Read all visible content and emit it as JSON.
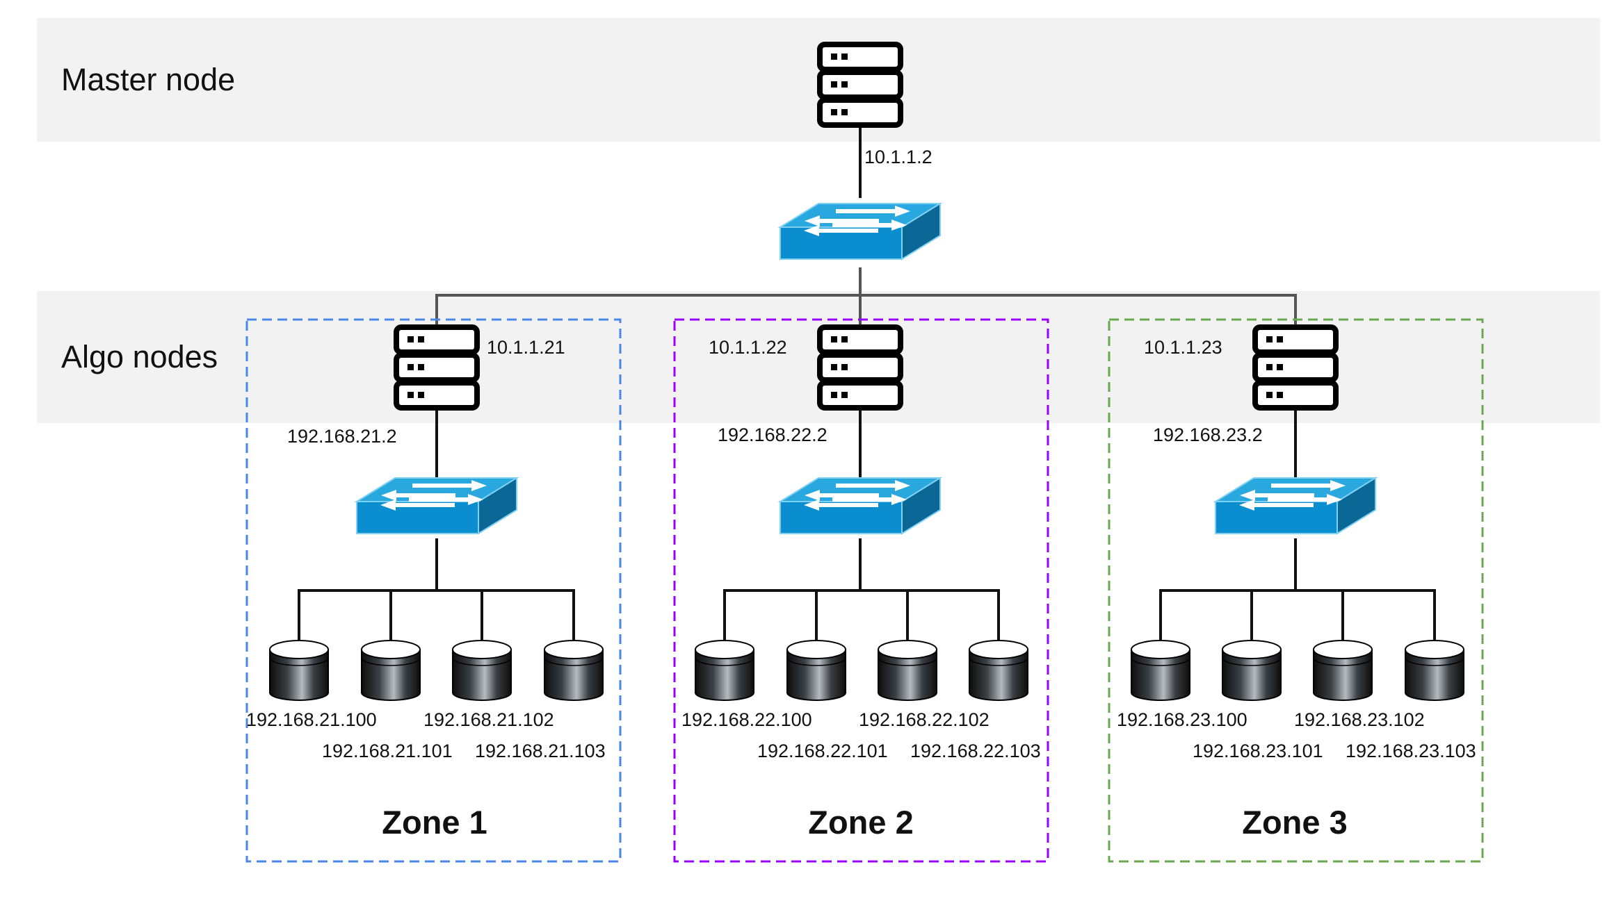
{
  "bands": {
    "master_label": "Master node",
    "algo_label": "Algo nodes",
    "band_fill": "#f2f2f2"
  },
  "master": {
    "ip": "10.1.1.2"
  },
  "zones": [
    {
      "title": "Zone 1",
      "border_color": "#4a86e8",
      "server_ip": "10.1.1.21",
      "switch_ip": "192.168.21.2",
      "disks": [
        "192.168.21.100",
        "192.168.21.101",
        "192.168.21.102",
        "192.168.21.103"
      ]
    },
    {
      "title": "Zone 2",
      "border_color": "#9900ff",
      "server_ip": "10.1.1.22",
      "switch_ip": "192.168.22.2",
      "disks": [
        "192.168.22.100",
        "192.168.22.101",
        "192.168.22.102",
        "192.168.22.103"
      ]
    },
    {
      "title": "Zone 3",
      "border_color": "#6aa84f",
      "server_ip": "10.1.1.23",
      "switch_ip": "192.168.23.2",
      "disks": [
        "192.168.23.100",
        "192.168.23.101",
        "192.168.23.102",
        "192.168.23.103"
      ]
    }
  ],
  "icons": {
    "server": "server-icon",
    "switch": "network-switch-icon",
    "disk": "storage-disk-icon"
  },
  "colors": {
    "switch_top": "#29a8e0",
    "switch_front": "#0b8ed0",
    "switch_side": "#0a6796",
    "line": "#111111",
    "trunk_line": "#555555"
  }
}
